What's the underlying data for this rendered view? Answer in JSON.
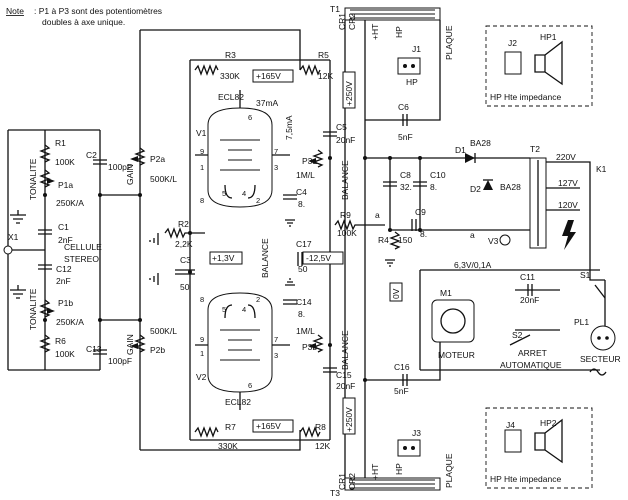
{
  "note": {
    "label": "Note",
    "line1": ": P1 à P3 sont des potentiomètres",
    "line2": "doubles à axe unique."
  },
  "components": {
    "T1": "T1",
    "T2": "T2",
    "T3": "T3",
    "K1": "K1",
    "X1": "X1",
    "R1": "R1",
    "R1v": "100K",
    "R2": "R2",
    "R2v": "2,2K",
    "R3": "R3",
    "R3v": "330K",
    "R4": "R4",
    "R4v": "150",
    "R5": "R5",
    "R5v": "12K",
    "R6": "R6",
    "R6v": "100K",
    "R7": "R7",
    "R7v": "330K",
    "R8": "R8",
    "R8v": "12K",
    "R9": "R9",
    "R9v": "100K",
    "C1": "C1",
    "C1v": "2nF",
    "C2": "C2",
    "C2v": "100pF",
    "C3": "C3",
    "C3v": "50",
    "C4": "C4",
    "C4v": "8.",
    "C5": "C5",
    "C5v": "20nF",
    "C6": "C6",
    "C6v": "5nF",
    "C8": "C8",
    "C8v": "32.",
    "C9": "C9",
    "C9v": "8.",
    "C10": "C10",
    "C10v": "8.",
    "C11": "C11",
    "C11v": "20nF",
    "C12": "C12",
    "C12v": "2nF",
    "C13": "C13",
    "C13v": "100pF",
    "C14": "C14",
    "C14v": "8.",
    "C15": "C15",
    "C15v": "20nF",
    "C16": "C16",
    "C16v": "5nF",
    "C17": "C17",
    "C17v": "50",
    "P1a": "P1a",
    "P1av": "250K/A",
    "P1b": "P1b",
    "P1bv": "250K/A",
    "P2a": "P2a",
    "P2av": "500K/L",
    "P2b": "P2b",
    "P2bv": "500K/L",
    "P3a": "P3a",
    "P3av": "1M/L",
    "P3b": "P3b",
    "P3bv": "1M/L",
    "V1": "V1",
    "V2": "V2",
    "V3": "V3",
    "V1type": "ECL82",
    "V2type": "ECL82",
    "D1": "D1",
    "D1type": "BA28",
    "D2": "D2",
    "D2type": "BA28",
    "J1": "J1",
    "J2": "J2",
    "J3": "J3",
    "J4": "J4",
    "HP1": "HP1",
    "HP2": "HP2",
    "M1": "M1",
    "S1": "S1",
    "S2": "S2",
    "PL1": "PL1"
  },
  "labels": {
    "cellule1": "CELLULE",
    "cellule2": "STEREO",
    "tonalite": "TONALITE",
    "gain": "GAIN",
    "balance": "BALANCE",
    "v165": "+165V",
    "v250": "+250V",
    "v13": "+1,3V",
    "vm125": "-12,5V",
    "v0": "0V",
    "ma37": "37mA",
    "ma75": "7,5mA",
    "hp": "HP",
    "hpHte": "HP Hte impedance",
    "plaque": "PLAQUE",
    "ht": "+HT",
    "cr1": "CR1",
    "cr2": "CR2",
    "moteur": "MOTEUR",
    "arret1": "ARRET",
    "arret2": "AUTOMATIQUE",
    "secteur": "SECTEUR",
    "heater": "6,3V/0,1A",
    "v220": "220V",
    "v127": "127V",
    "v120": "120V",
    "a": "a"
  },
  "tube_pins": [
    "9",
    "1",
    "6",
    "7",
    "3",
    "2",
    "5",
    "4",
    "8"
  ]
}
